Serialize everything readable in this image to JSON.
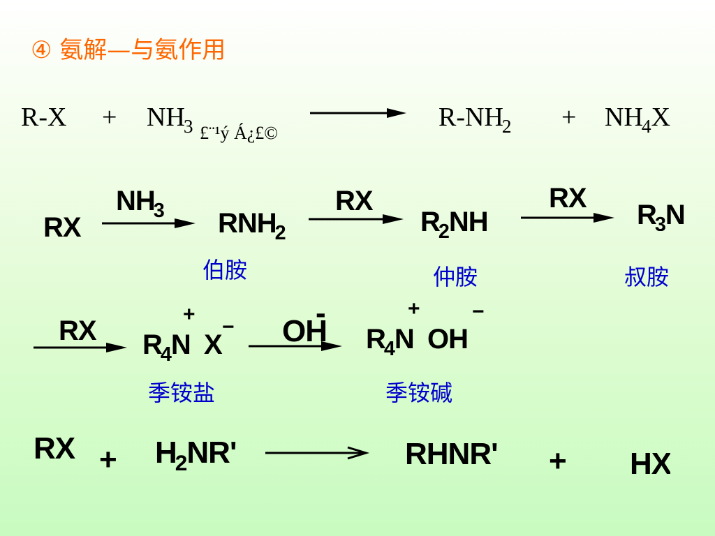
{
  "colors": {
    "title": "#ff6600",
    "labels": "#0000cc",
    "text": "#000000"
  },
  "title": "④ 氨解—与氨作用",
  "eq1": {
    "reactant1": "R-X",
    "plus1": "+",
    "reactant2": "NH",
    "reactant2_sub": "3",
    "condition_garbled": "£¨¹ý Á¿£©",
    "product1": "R-NH",
    "product1_sub": "2",
    "plus2": "+",
    "product2_a": "NH",
    "product2_sub": "4",
    "product2_b": "X"
  },
  "row2": {
    "start": "RX",
    "reagent1_main": "NH",
    "reagent1_sub": "3",
    "prod1_main": "RNH",
    "prod1_sub": "2",
    "label1": "伯胺",
    "reagent2": "RX",
    "prod2_r": "R",
    "prod2_sub": "2",
    "prod2_rest": "NH",
    "label2": "仲胺",
    "reagent3": "RX",
    "prod3_r": "R",
    "prod3_sub": "3",
    "prod3_rest": "N",
    "label3": "叔胺"
  },
  "row3": {
    "reagent1": "RX",
    "salt_r": "R",
    "salt_sub": "4",
    "salt_n": "N",
    "salt_plus": "+",
    "salt_x": "X",
    "salt_minus": "−",
    "reagent2": "OH",
    "reagent2_minus": "-",
    "base_r": "R",
    "base_sub": "4",
    "base_n": "N",
    "base_plus": "+",
    "base_oh": "OH",
    "base_minus": "−",
    "label_salt": "季铵盐",
    "label_base": "季铵碱"
  },
  "eq4": {
    "reactant1": "RX",
    "plus1": "+",
    "reactant2_a": "H",
    "reactant2_sub": "2",
    "reactant2_b": "NR'",
    "product1": "RHNR'",
    "plus2": "+",
    "product2": "HX"
  }
}
